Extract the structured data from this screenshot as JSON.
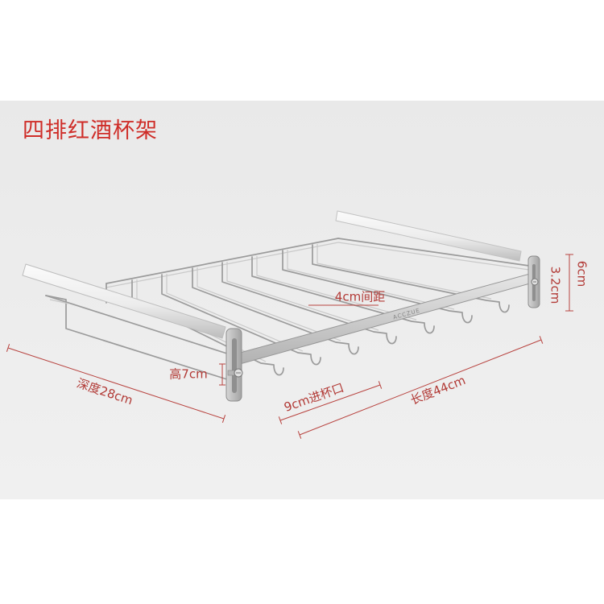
{
  "title": "四排红酒杯架",
  "dimensions": {
    "spacing": "4cm间距",
    "height": "高7cm",
    "depth": "深度28cm",
    "opening": "9cm进杯口",
    "length": "长度44cm",
    "hook_height": "3.2cm",
    "bracket_height": "6cm"
  },
  "brand_mark": "ACCZUE",
  "colors": {
    "title": "#cf2d28",
    "dimension": "#b23a36",
    "background_band": "#ececec"
  }
}
